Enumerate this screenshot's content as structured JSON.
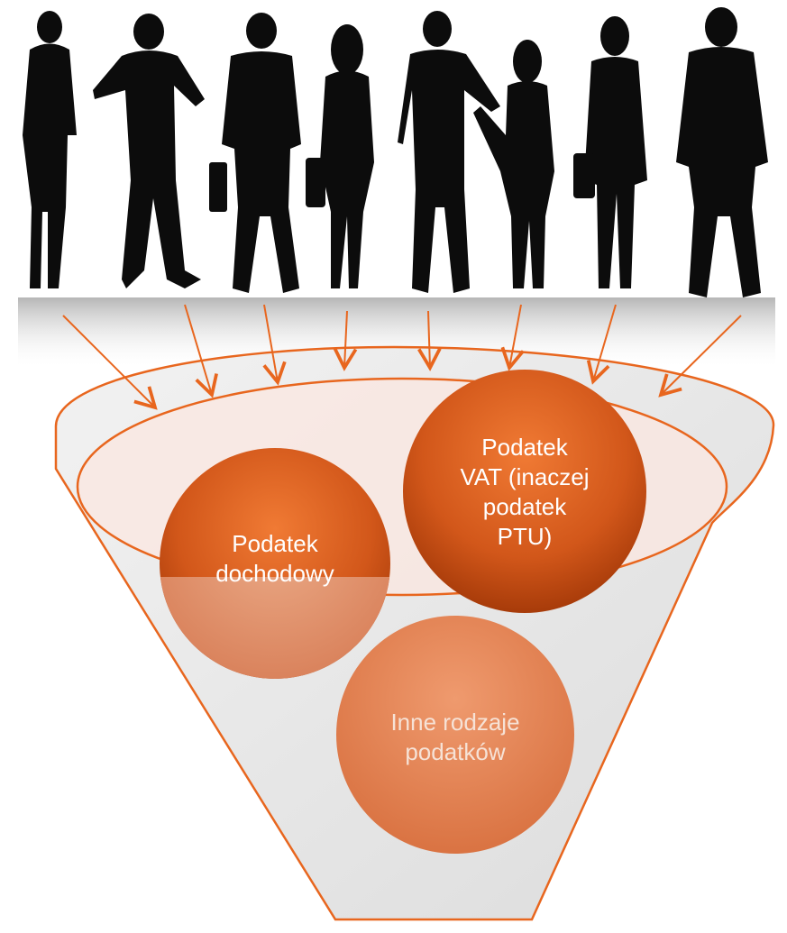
{
  "bubbles": {
    "income_tax": {
      "line1": "Podatek",
      "line2": "dochodowy"
    },
    "vat": {
      "line1": "Podatek",
      "line2": "VAT (inaczej",
      "line3": "podatek",
      "line4": "PTU)"
    },
    "other": {
      "line1": "Inne rodzaje",
      "line2": "podatków"
    }
  },
  "colors": {
    "accent": "#e8661e",
    "bubble_dark": "#b43c08",
    "bubble_mid": "#e06a2a",
    "bubble_light": "#e39472",
    "funnel_fill": "#e4e4e4",
    "funnel_top": "#fbe7e0",
    "silhouette": "#0c0c0c"
  },
  "icons": [
    "people-silhouette-icon",
    "arrow-down-icon"
  ]
}
